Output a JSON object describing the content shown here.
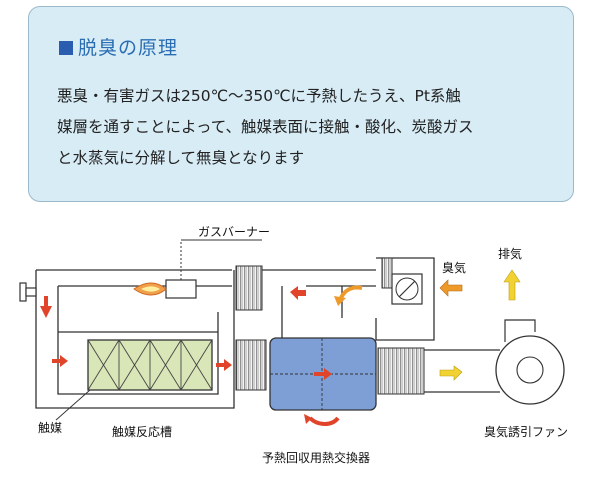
{
  "info": {
    "title": "脱臭の原理",
    "lines": [
      "悪臭・有害ガスは250℃～350℃に予熱したうえ、Pt系触",
      "媒層を通すことによって、触媒表面に接触・酸化、炭酸ガス",
      "と水蒸気に分解して無臭となります"
    ]
  },
  "diagram": {
    "labels": {
      "gas_burner": "ガスバーナー",
      "malodor": "臭気",
      "exhaust": "排気",
      "catalyst": "触媒",
      "catalyst_tank": "触媒反応槽",
      "heat_exchanger": "予熱回収用熱交換器",
      "induction_fan": "臭気誘引ファン"
    }
  },
  "colors": {
    "box_fill": "#d8ecf6",
    "title_blue": "#2a6db3",
    "flow_red": "#e0452c",
    "flow_orange": "#ee9a2a",
    "flow_yellow": "#f2d233",
    "catalyst_fill": "#d9e6b8",
    "exchanger_fill": "#7d9fd6"
  }
}
